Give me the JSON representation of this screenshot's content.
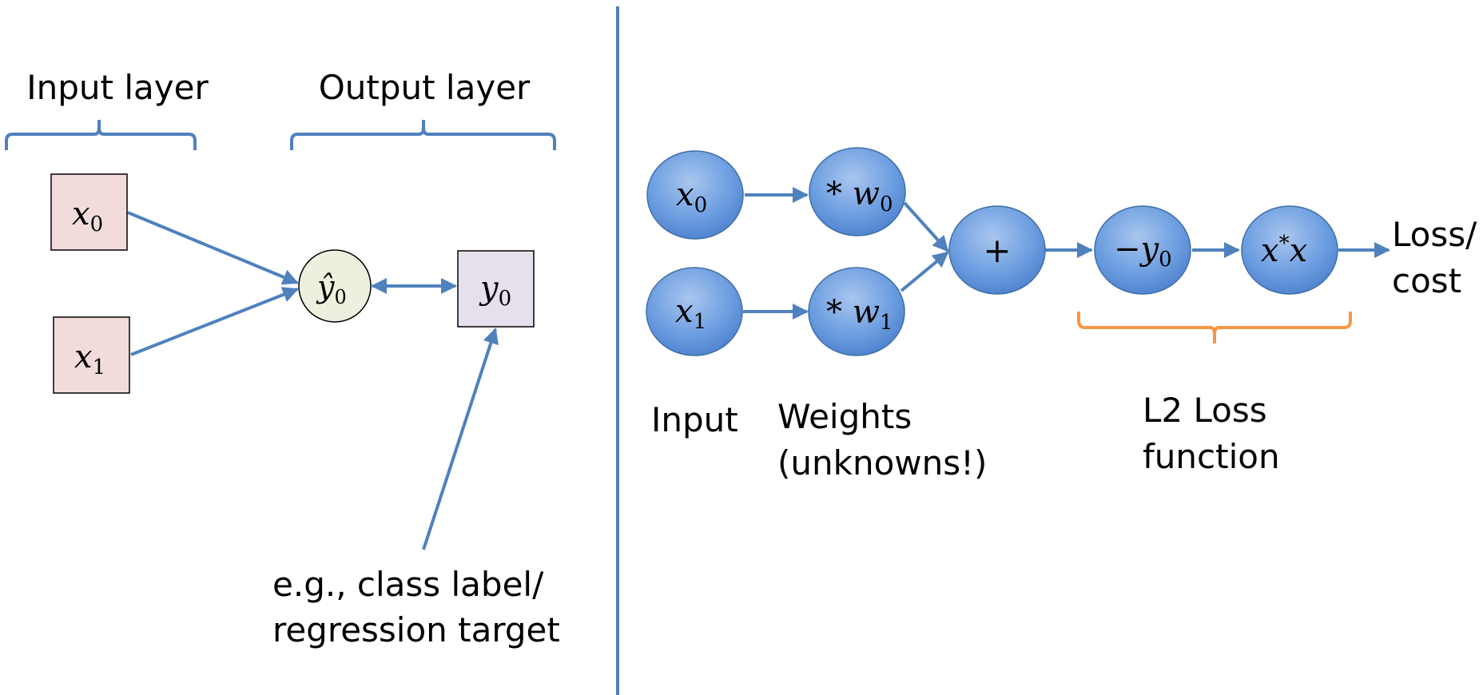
{
  "left_panel": {
    "input_layer_label": "Input layer",
    "output_layer_label": "Output layer",
    "x0": {
      "base": "x",
      "sub": "0"
    },
    "x1": {
      "base": "x",
      "sub": "1"
    },
    "yhat0": {
      "base": "ŷ",
      "sub": "0"
    },
    "y0": {
      "base": "y",
      "sub": "0"
    },
    "annotation_line1": "e.g., class label/",
    "annotation_line2": "regression target"
  },
  "right_panel": {
    "nodes": {
      "x0": {
        "base": "x",
        "sub": "0"
      },
      "x1": {
        "base": "x",
        "sub": "1"
      },
      "w0": {
        "prefix": "* ",
        "base": "w",
        "sub": "0"
      },
      "w1": {
        "prefix": "* ",
        "base": "w",
        "sub": "1"
      },
      "plus": "+",
      "minus_y0": {
        "prefix": "−",
        "base": "y",
        "sub": "0"
      },
      "square": {
        "base1": "x",
        "sup": "*",
        "base2": "x"
      }
    },
    "output_label_line1": "Loss/",
    "output_label_line2": "cost",
    "input_label": "Input",
    "weights_label_line1": "Weights",
    "weights_label_line2": "(unknowns!)",
    "loss_label_line1": "L2 Loss",
    "loss_label_line2": "function"
  },
  "colors": {
    "accent_blue": "#4f81bd",
    "brace_orange": "#f79646",
    "input_box_fill": "#f2dcdb",
    "target_box_fill": "#e6e0ec",
    "prediction_node_fill": "#ebf1de"
  }
}
